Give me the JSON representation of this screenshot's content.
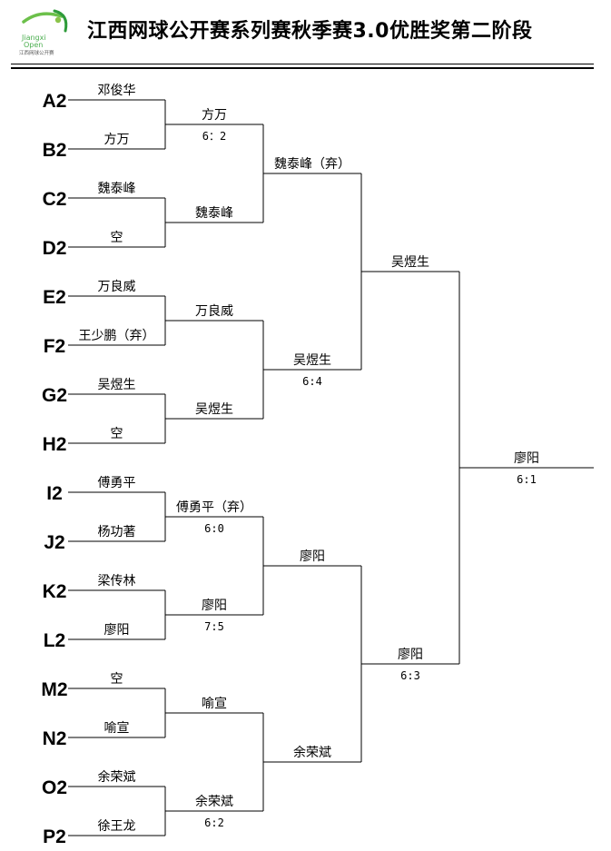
{
  "header": {
    "title": "江西网球公开赛系列赛秋季赛3.0优胜奖第二阶段",
    "logo_text_1": "Jiangxi",
    "logo_text_2": "Open",
    "logo_text_3": "江西网球公开赛"
  },
  "bracket": {
    "seeds": [
      "A2",
      "B2",
      "C2",
      "D2",
      "E2",
      "F2",
      "G2",
      "H2",
      "I2",
      "J2",
      "K2",
      "L2",
      "M2",
      "N2",
      "O2",
      "P2"
    ],
    "round1": [
      "邓俊华",
      "方万",
      "魏泰峰",
      "空",
      "万良威",
      "王少鹏（弃）",
      "吴煜生",
      "空",
      "傅勇平",
      "杨功著",
      "梁传林",
      "廖阳",
      "空",
      "喻宣",
      "余荣斌",
      "徐王龙"
    ],
    "round2": [
      {
        "name": "方万",
        "score": "6：2"
      },
      {
        "name": "魏泰峰",
        "score": ""
      },
      {
        "name": "万良威",
        "score": ""
      },
      {
        "name": "吴煜生",
        "score": ""
      },
      {
        "name": "傅勇平（弃）",
        "score": "6:0"
      },
      {
        "name": "廖阳",
        "score": "7:5"
      },
      {
        "name": "喻宣",
        "score": ""
      },
      {
        "name": "余荣斌",
        "score": "6:2"
      }
    ],
    "round3": [
      {
        "name": "魏泰峰（弃）",
        "score": ""
      },
      {
        "name": "吴煜生",
        "score": "6:4"
      },
      {
        "name": "廖阳",
        "score": ""
      },
      {
        "name": "余荣斌",
        "score": ""
      }
    ],
    "round4": [
      {
        "name": "吴煜生",
        "score": ""
      },
      {
        "name": "廖阳",
        "score": "6:3"
      }
    ],
    "final": {
      "name": "廖阳",
      "score": "6:1"
    }
  }
}
